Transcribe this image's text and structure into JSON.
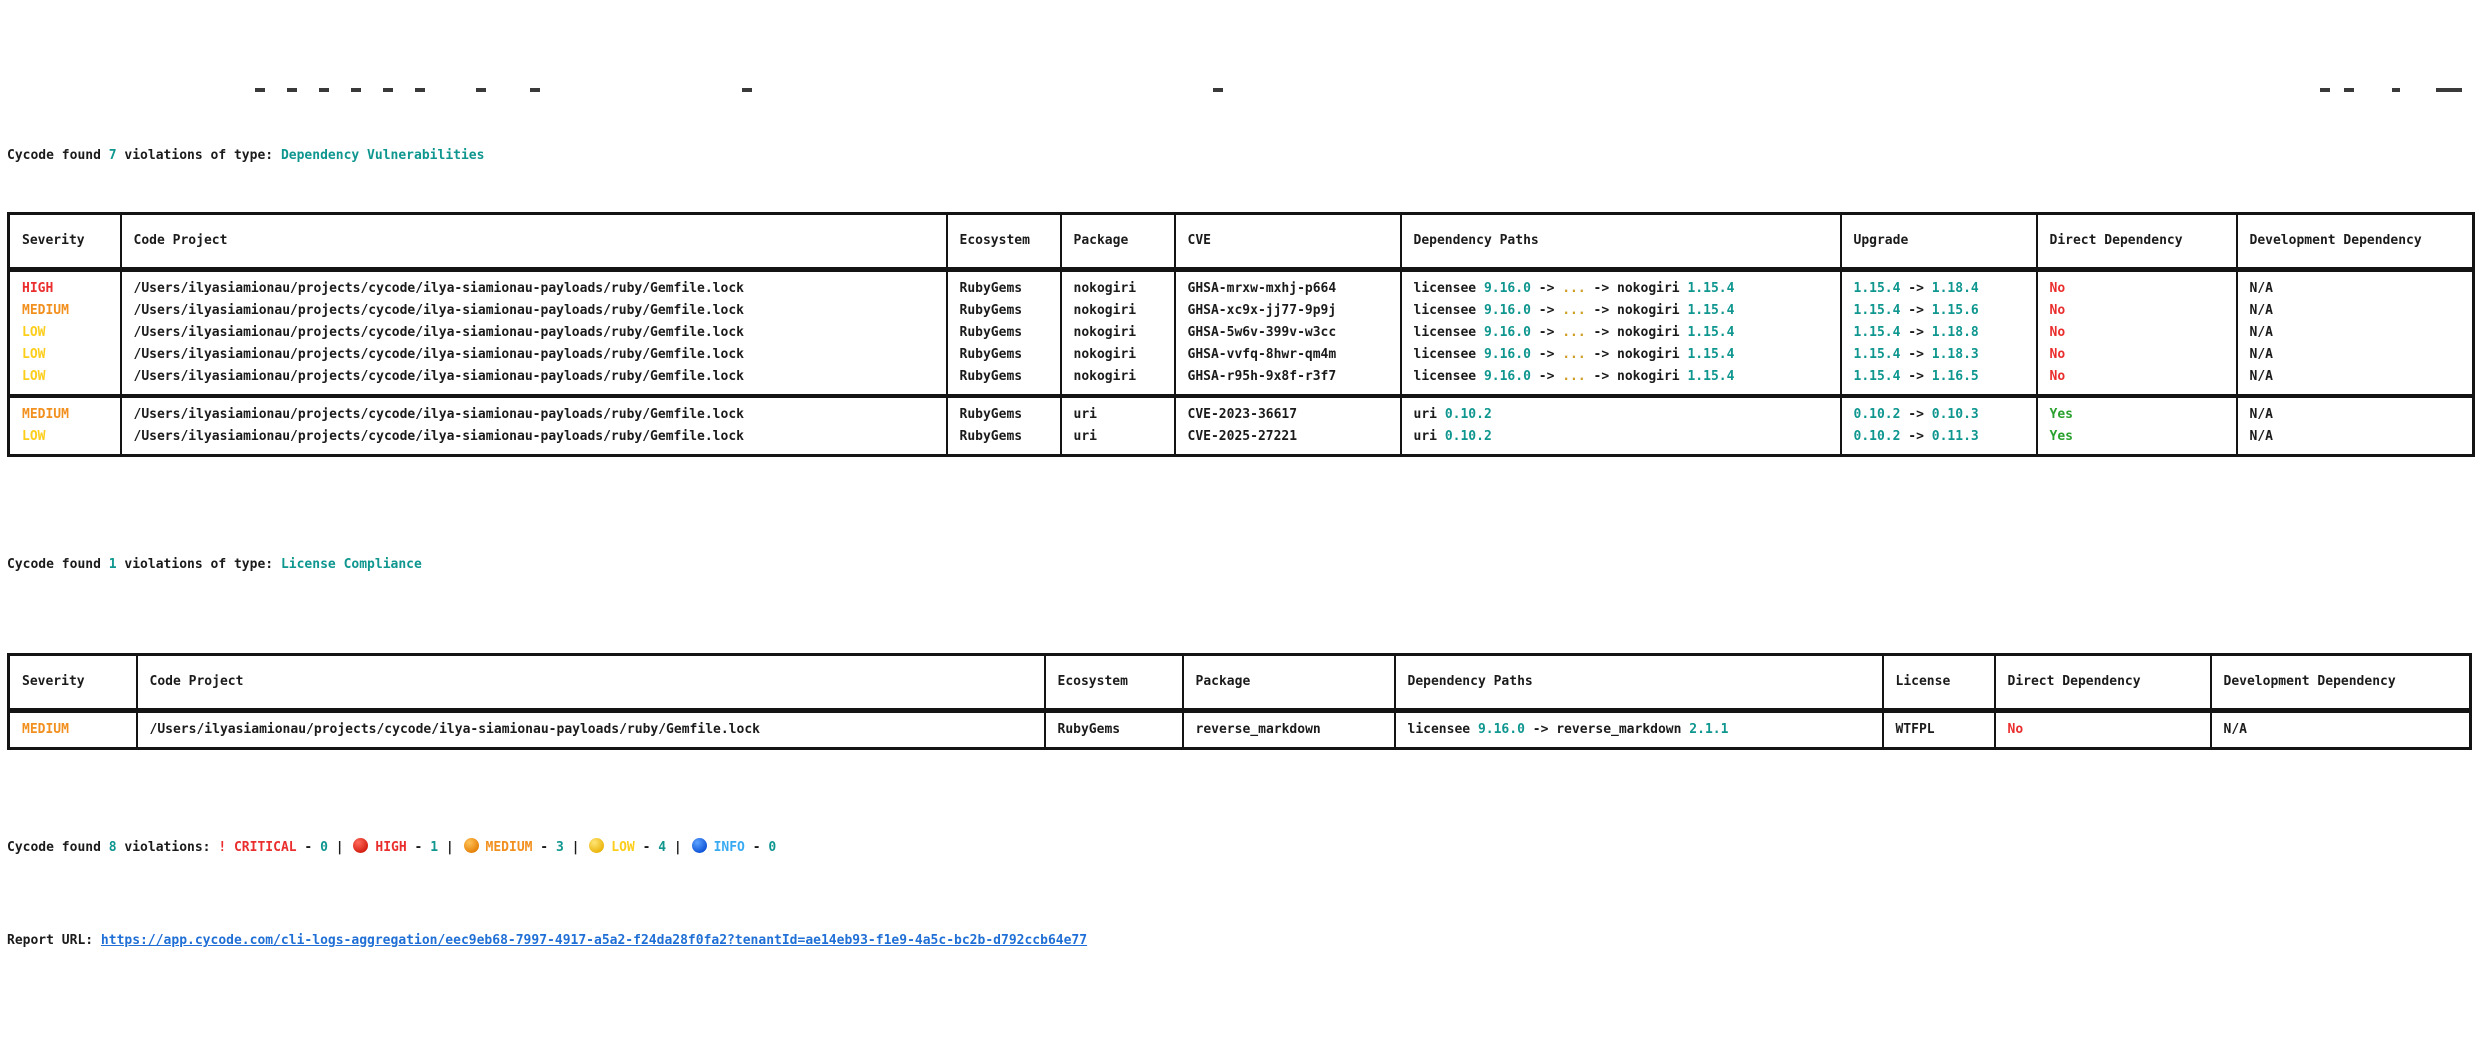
{
  "colors": {
    "accent_teal": "#0e968f",
    "severity_high_red": "#ea2e2e",
    "severity_medium_orange": "#f2901f",
    "severity_low_yellow": "#fcce1b",
    "info_blue": "#38aaf2",
    "direct_yes_green": "#2aa12e",
    "path_ellipsis_gold": "#cf9d22",
    "link_blue": "#1f6fd6",
    "text": "#1b1b1b",
    "table_border": "#141414"
  },
  "section1": {
    "prefix": "Cycode found ",
    "count": "7",
    "middle": " violations of type: ",
    "type_label": "Dependency Vulnerabilities"
  },
  "section2": {
    "prefix": "Cycode found ",
    "count": "1",
    "middle": " violations of type: ",
    "type_label": "License Compliance"
  },
  "tables": [
    {
      "name": "dependency-vulnerabilities-table",
      "columns": [
        "Severity",
        "Code Project",
        "Ecosystem",
        "Package",
        "CVE",
        "Dependency Paths",
        "Upgrade",
        "Direct Dependency",
        "Development Dependency"
      ],
      "groups": [
        [
          [
            [
              {
                "t": "HIGH",
                "c": "red"
              }
            ],
            "/Users/ilyasiamionau/projects/cycode/ilya-siamionau-payloads/ruby/Gemfile.lock",
            "RubyGems",
            "nokogiri",
            "GHSA-mrxw-mxhj-p664",
            [
              {
                "t": "licensee ",
                "c": "d"
              },
              {
                "t": "9.16.0",
                "c": "teal"
              },
              {
                "t": " -> ",
                "c": "d"
              },
              {
                "t": "...",
                "c": "gold"
              },
              {
                "t": " -> nokogiri ",
                "c": "d"
              },
              {
                "t": "1.15.4",
                "c": "teal"
              }
            ],
            [
              {
                "t": "1.15.4",
                "c": "teal"
              },
              {
                "t": " -> ",
                "c": "d"
              },
              {
                "t": "1.18.4",
                "c": "teal"
              }
            ],
            [
              {
                "t": "No",
                "c": "red"
              }
            ],
            "N/A"
          ],
          [
            [
              {
                "t": "MEDIUM",
                "c": "orange"
              }
            ],
            "/Users/ilyasiamionau/projects/cycode/ilya-siamionau-payloads/ruby/Gemfile.lock",
            "RubyGems",
            "nokogiri",
            "GHSA-xc9x-jj77-9p9j",
            [
              {
                "t": "licensee ",
                "c": "d"
              },
              {
                "t": "9.16.0",
                "c": "teal"
              },
              {
                "t": " -> ",
                "c": "d"
              },
              {
                "t": "...",
                "c": "gold"
              },
              {
                "t": " -> nokogiri ",
                "c": "d"
              },
              {
                "t": "1.15.4",
                "c": "teal"
              }
            ],
            [
              {
                "t": "1.15.4",
                "c": "teal"
              },
              {
                "t": " -> ",
                "c": "d"
              },
              {
                "t": "1.15.6",
                "c": "teal"
              }
            ],
            [
              {
                "t": "No",
                "c": "red"
              }
            ],
            "N/A"
          ],
          [
            [
              {
                "t": "LOW",
                "c": "yellow"
              }
            ],
            "/Users/ilyasiamionau/projects/cycode/ilya-siamionau-payloads/ruby/Gemfile.lock",
            "RubyGems",
            "nokogiri",
            "GHSA-5w6v-399v-w3cc",
            [
              {
                "t": "licensee ",
                "c": "d"
              },
              {
                "t": "9.16.0",
                "c": "teal"
              },
              {
                "t": " -> ",
                "c": "d"
              },
              {
                "t": "...",
                "c": "gold"
              },
              {
                "t": " -> nokogiri ",
                "c": "d"
              },
              {
                "t": "1.15.4",
                "c": "teal"
              }
            ],
            [
              {
                "t": "1.15.4",
                "c": "teal"
              },
              {
                "t": " -> ",
                "c": "d"
              },
              {
                "t": "1.18.8",
                "c": "teal"
              }
            ],
            [
              {
                "t": "No",
                "c": "red"
              }
            ],
            "N/A"
          ],
          [
            [
              {
                "t": "LOW",
                "c": "yellow"
              }
            ],
            "/Users/ilyasiamionau/projects/cycode/ilya-siamionau-payloads/ruby/Gemfile.lock",
            "RubyGems",
            "nokogiri",
            "GHSA-vvfq-8hwr-qm4m",
            [
              {
                "t": "licensee ",
                "c": "d"
              },
              {
                "t": "9.16.0",
                "c": "teal"
              },
              {
                "t": " -> ",
                "c": "d"
              },
              {
                "t": "...",
                "c": "gold"
              },
              {
                "t": " -> nokogiri ",
                "c": "d"
              },
              {
                "t": "1.15.4",
                "c": "teal"
              }
            ],
            [
              {
                "t": "1.15.4",
                "c": "teal"
              },
              {
                "t": " -> ",
                "c": "d"
              },
              {
                "t": "1.18.3",
                "c": "teal"
              }
            ],
            [
              {
                "t": "No",
                "c": "red"
              }
            ],
            "N/A"
          ],
          [
            [
              {
                "t": "LOW",
                "c": "yellow"
              }
            ],
            "/Users/ilyasiamionau/projects/cycode/ilya-siamionau-payloads/ruby/Gemfile.lock",
            "RubyGems",
            "nokogiri",
            "GHSA-r95h-9x8f-r3f7",
            [
              {
                "t": "licensee ",
                "c": "d"
              },
              {
                "t": "9.16.0",
                "c": "teal"
              },
              {
                "t": " -> ",
                "c": "d"
              },
              {
                "t": "...",
                "c": "gold"
              },
              {
                "t": " -> nokogiri ",
                "c": "d"
              },
              {
                "t": "1.15.4",
                "c": "teal"
              }
            ],
            [
              {
                "t": "1.15.4",
                "c": "teal"
              },
              {
                "t": " -> ",
                "c": "d"
              },
              {
                "t": "1.16.5",
                "c": "teal"
              }
            ],
            [
              {
                "t": "No",
                "c": "red"
              }
            ],
            "N/A"
          ]
        ],
        [
          [
            [
              {
                "t": "MEDIUM",
                "c": "orange"
              }
            ],
            "/Users/ilyasiamionau/projects/cycode/ilya-siamionau-payloads/ruby/Gemfile.lock",
            "RubyGems",
            "uri",
            "CVE-2023-36617",
            [
              {
                "t": "uri ",
                "c": "d"
              },
              {
                "t": "0.10.2",
                "c": "teal"
              }
            ],
            [
              {
                "t": "0.10.2",
                "c": "teal"
              },
              {
                "t": " -> ",
                "c": "d"
              },
              {
                "t": "0.10.3",
                "c": "teal"
              }
            ],
            [
              {
                "t": "Yes",
                "c": "green"
              }
            ],
            "N/A"
          ],
          [
            [
              {
                "t": "LOW",
                "c": "yellow"
              }
            ],
            "/Users/ilyasiamionau/projects/cycode/ilya-siamionau-payloads/ruby/Gemfile.lock",
            "RubyGems",
            "uri",
            "CVE-2025-27221",
            [
              {
                "t": "uri ",
                "c": "d"
              },
              {
                "t": "0.10.2",
                "c": "teal"
              }
            ],
            [
              {
                "t": "0.10.2",
                "c": "teal"
              },
              {
                "t": " -> ",
                "c": "d"
              },
              {
                "t": "0.11.3",
                "c": "teal"
              }
            ],
            [
              {
                "t": "Yes",
                "c": "green"
              }
            ],
            "N/A"
          ]
        ]
      ]
    },
    {
      "name": "license-compliance-table",
      "columns": [
        "Severity",
        "Code Project",
        "Ecosystem",
        "Package",
        "Dependency Paths",
        "License",
        "Direct Dependency",
        "Development Dependency"
      ],
      "groups": [
        [
          [
            [
              {
                "t": "MEDIUM",
                "c": "orange"
              }
            ],
            "/Users/ilyasiamionau/projects/cycode/ilya-siamionau-payloads/ruby/Gemfile.lock",
            "RubyGems",
            "reverse_markdown",
            [
              {
                "t": "licensee ",
                "c": "d"
              },
              {
                "t": "9.16.0",
                "c": "teal"
              },
              {
                "t": " -> reverse_markdown ",
                "c": "d"
              },
              {
                "t": "2.1.1",
                "c": "teal"
              }
            ],
            "WTFPL",
            [
              {
                "t": "No",
                "c": "red"
              }
            ],
            "N/A"
          ]
        ]
      ]
    }
  ],
  "summary": {
    "segments": [
      {
        "t": "Cycode found ",
        "c": "d"
      },
      {
        "t": "8",
        "c": "teal"
      },
      {
        "t": " violations: ",
        "c": "d"
      },
      {
        "t": "! CRITICAL",
        "c": "red"
      },
      {
        "t": " - ",
        "c": "d"
      },
      {
        "t": "0",
        "c": "teal"
      },
      {
        "t": " | ",
        "c": "d"
      },
      {
        "icon": "dot-red"
      },
      {
        "t": "HIGH",
        "c": "red"
      },
      {
        "t": " - ",
        "c": "d"
      },
      {
        "t": "1",
        "c": "teal"
      },
      {
        "t": " | ",
        "c": "d"
      },
      {
        "icon": "dot-orange"
      },
      {
        "t": "MEDIUM",
        "c": "orange"
      },
      {
        "t": " - ",
        "c": "d"
      },
      {
        "t": "3",
        "c": "teal"
      },
      {
        "t": " | ",
        "c": "d"
      },
      {
        "icon": "dot-yellow"
      },
      {
        "t": "LOW",
        "c": "yellow"
      },
      {
        "t": " - ",
        "c": "d"
      },
      {
        "t": "4",
        "c": "teal"
      },
      {
        "t": " | ",
        "c": "d"
      },
      {
        "icon": "dot-blue"
      },
      {
        "t": "INFO",
        "c": "blue"
      },
      {
        "t": " - ",
        "c": "d"
      },
      {
        "t": "0",
        "c": "teal"
      }
    ]
  },
  "report": {
    "label": "Report URL: ",
    "url": "https://app.cycode.com/cli-logs-aggregation/eec9eb68-7997-4917-a5a2-f24da28f0fa2?tenantId=ae14eb93-f1e9-4a5c-bc2b-d792ccb64e77"
  }
}
